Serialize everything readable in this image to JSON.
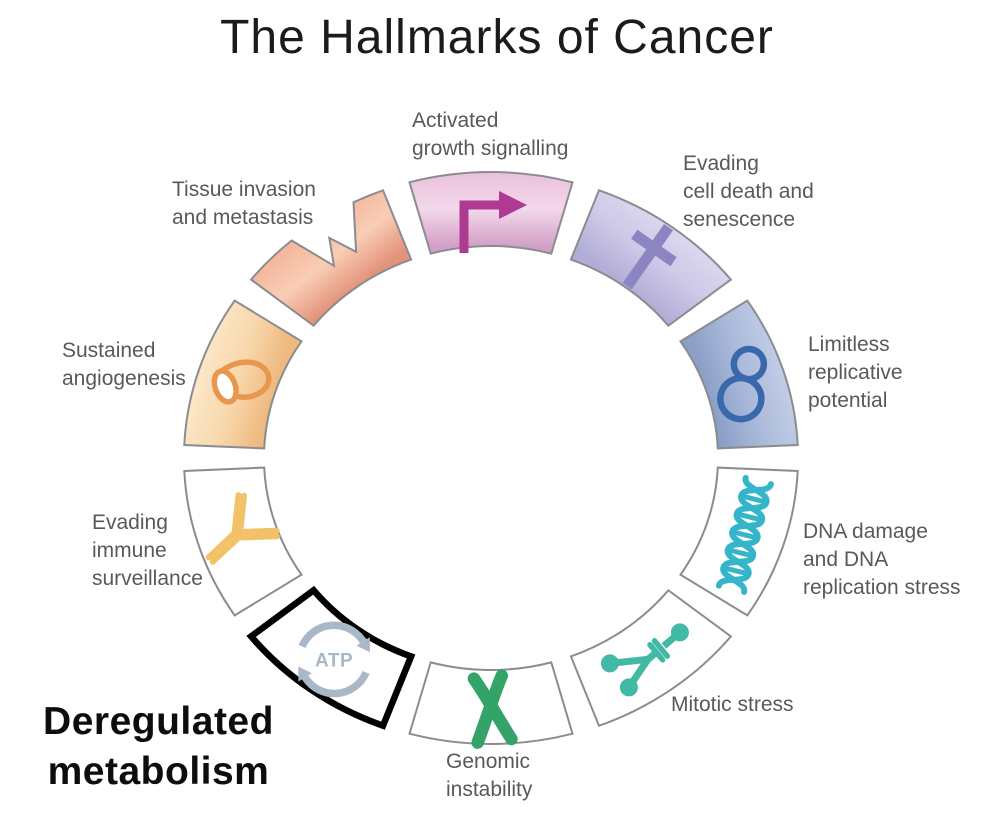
{
  "title": "The Hallmarks of Cancer",
  "highlight": {
    "line1": "Deregulated",
    "line2": "metabolism"
  },
  "colors": {
    "label_text": "#58595b",
    "title_text": "#1b1b1b",
    "segment_border": "#8a8c90",
    "highlight_border": "#000000",
    "background": "#ffffff"
  },
  "segments": [
    {
      "id": "activated-growth-signalling",
      "label_lines": [
        "Activated",
        "growth signalling"
      ],
      "icon": "bent-arrow-icon",
      "icon_color": "#ae3a91",
      "fill": [
        "#e9c0db",
        "#f3d8ea",
        "#d2a0c7"
      ],
      "highlighted": false
    },
    {
      "id": "evading-cell-death-and-senescence",
      "label_lines": [
        "Evading",
        "cell death and",
        "senescence"
      ],
      "icon": "cross-icon",
      "icon_color": "#8d85c2",
      "fill": [
        "#dbd8f0",
        "#ccc8e7",
        "#b2add5"
      ],
      "highlighted": false
    },
    {
      "id": "limitless-replicative-potential",
      "label_lines": [
        "Limitless",
        "replicative",
        "potential"
      ],
      "icon": "figure-eight-icon",
      "icon_color": "#3a69ab",
      "fill": [
        "#c2cde6",
        "#abbadb",
        "#8b9fc7"
      ],
      "highlighted": false
    },
    {
      "id": "dna-damage-and-dna-replication-stress",
      "label_lines": [
        "DNA damage",
        "and DNA",
        "replication stress"
      ],
      "icon": "dna-helix-icon",
      "icon_color": "#35b5c9",
      "fill": [
        "#ffffff",
        "#ffffff",
        "#ffffff"
      ],
      "highlighted": false
    },
    {
      "id": "mitotic-stress",
      "label_lines": [
        "Mitotic stress"
      ],
      "icon": "spindle-icon",
      "icon_color": "#41b9a5",
      "fill": [
        "#ffffff",
        "#ffffff",
        "#ffffff"
      ],
      "highlighted": false
    },
    {
      "id": "genomic-instability",
      "label_lines": [
        "Genomic",
        "instability"
      ],
      "icon": "chromosome-icon",
      "icon_color": "#33a368",
      "fill": [
        "#ffffff",
        "#ffffff",
        "#ffffff"
      ],
      "highlighted": false
    },
    {
      "id": "deregulated-metabolism",
      "label_lines": [],
      "icon": "atp-cycle-icon",
      "icon_color": "#a9b8c6",
      "icon_text": "ATP",
      "fill": [
        "#ffffff",
        "#ffffff",
        "#ffffff"
      ],
      "highlighted": true
    },
    {
      "id": "evading-immune-surveillance",
      "label_lines": [
        "Evading",
        "immune",
        "surveillance"
      ],
      "icon": "antibody-icon",
      "icon_color": "#f2c168",
      "fill": [
        "#ffffff",
        "#ffffff",
        "#ffffff"
      ],
      "highlighted": false
    },
    {
      "id": "sustained-angiogenesis",
      "label_lines": [
        "Sustained",
        "angiogenesis"
      ],
      "icon": "vessel-icon",
      "icon_color": "#e8984e",
      "fill": [
        "#fce7c8",
        "#f8d8ab",
        "#eeb87e"
      ],
      "highlighted": false
    },
    {
      "id": "tissue-invasion-and-metastasis",
      "label_lines": [
        "Tissue invasion",
        "and metastasis"
      ],
      "icon": "jagged-edge-icon",
      "icon_color": null,
      "fill": [
        "#f3b69c",
        "#f9cdb5",
        "#e4937b"
      ],
      "highlighted": false
    }
  ]
}
